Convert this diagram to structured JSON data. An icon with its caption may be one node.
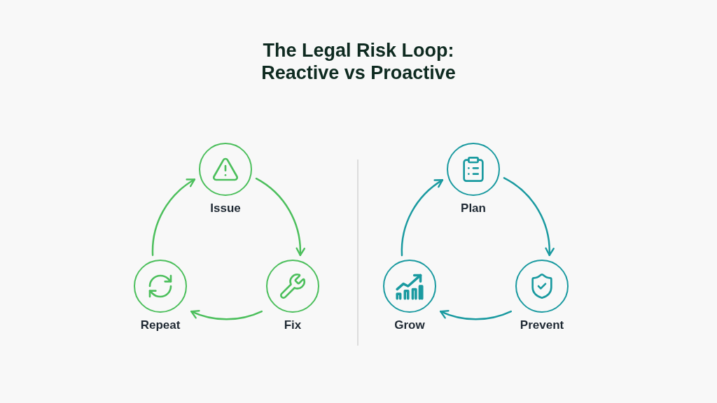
{
  "diagram": {
    "title": "The Legal Risk Loop: Reactive vs Proactive",
    "nodes": [
      {
        "text": [
          "Issue"
        ]
      },
      {
        "text": [
          "Fix"
        ]
      },
      {
        "text": [
          "Repeat"
        ]
      },
      {
        "text": [
          "Plan"
        ]
      },
      {
        "text": [
          "Prevent"
        ]
      },
      {
        "text": [
          "Grow"
        ]
      }
    ],
    "edges": [
      {
        "from": 0,
        "to": 1,
        "arrow": "to",
        "color": "#4cbf5c"
      },
      {
        "from": 1,
        "to": 2,
        "arrow": "to",
        "color": "#4cbf5c"
      },
      {
        "from": 2,
        "to": 0,
        "arrow": "to",
        "color": "#4cbf5c"
      },
      {
        "from": 3,
        "to": 4,
        "arrow": "to",
        "color": "#1a9aa0"
      },
      {
        "from": 4,
        "to": 5,
        "arrow": "to",
        "color": "#1a9aa0"
      },
      {
        "from": 5,
        "to": 3,
        "arrow": "to",
        "color": "#1a9aa0"
      }
    ]
  }
}
